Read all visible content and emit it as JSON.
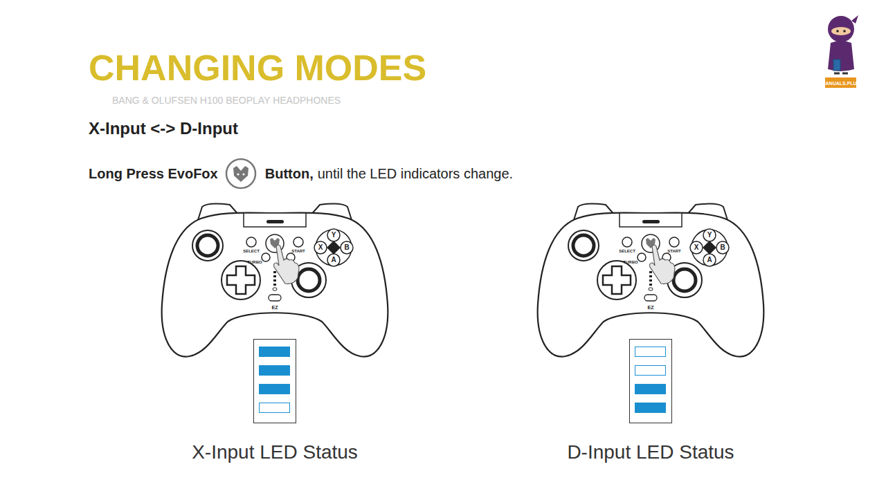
{
  "diagram": {
    "title": "CHANGING MODES",
    "nodes": [
      {
        "text": [
          "X-Input LED Status"
        ]
      },
      {
        "text": [
          "D-Input LED Status"
        ]
      }
    ],
    "labels": [
      "BANG & OLUFSEN H100 BEOPLAY HEADPHONES",
      "X-Input <-> D-Input",
      "Long Press EvoFox",
      "Button,",
      "until the LED indicators change.",
      "MANUALS.PLUS",
      "SELECT",
      "START",
      "TURBO",
      "Y",
      "X",
      "B",
      "A",
      "EZ",
      "SELECT",
      "START",
      "TURBO",
      "Y",
      "X",
      "B",
      "A",
      "EZ"
    ]
  }
}
